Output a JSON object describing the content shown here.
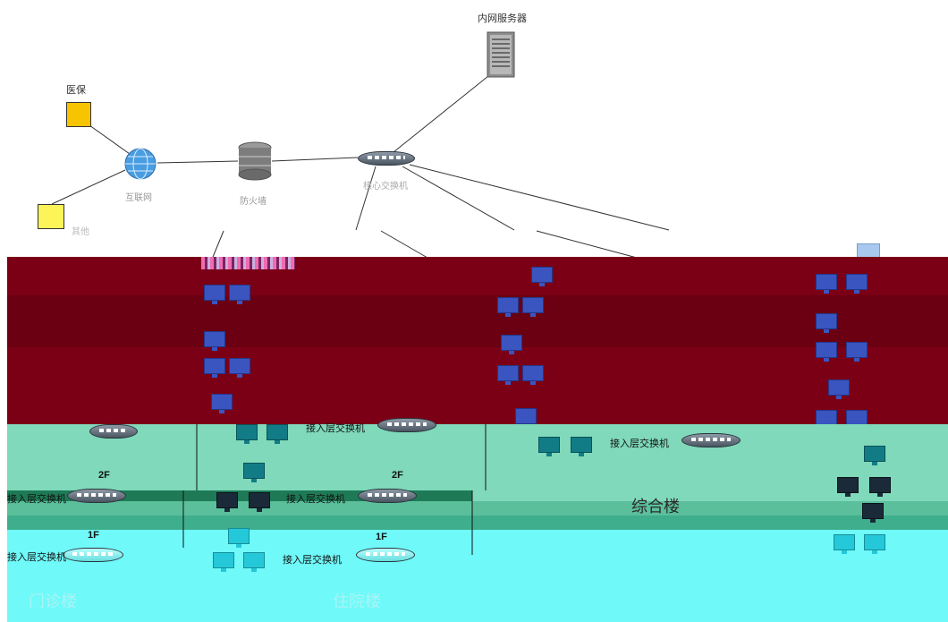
{
  "nodes": {
    "intranet_server": "内网服务器",
    "medical_insurance": "医保",
    "internet": "互联网",
    "firewall": "防火墙",
    "core_switch": "核心交换机",
    "other_node": "其他"
  },
  "buildings": {
    "outpatient": "门诊楼",
    "inpatient": "住院楼",
    "complex": "综合楼"
  },
  "floors": {
    "f2": "2F",
    "f1": "1F"
  },
  "access_switch": "接入层交换机",
  "colors": {
    "maroon": "#7b0015",
    "green": "#7fd9ba",
    "dark_green": "#1e7a56",
    "cyan": "#6ff9f9",
    "server_gray": "#9a9a9a",
    "square_orange": "#f6c400",
    "square_yellow": "#fdf45a"
  },
  "icons": [
    "server-icon",
    "globe-icon",
    "database-firewall-icon",
    "switch-icon",
    "computer-icon"
  ]
}
